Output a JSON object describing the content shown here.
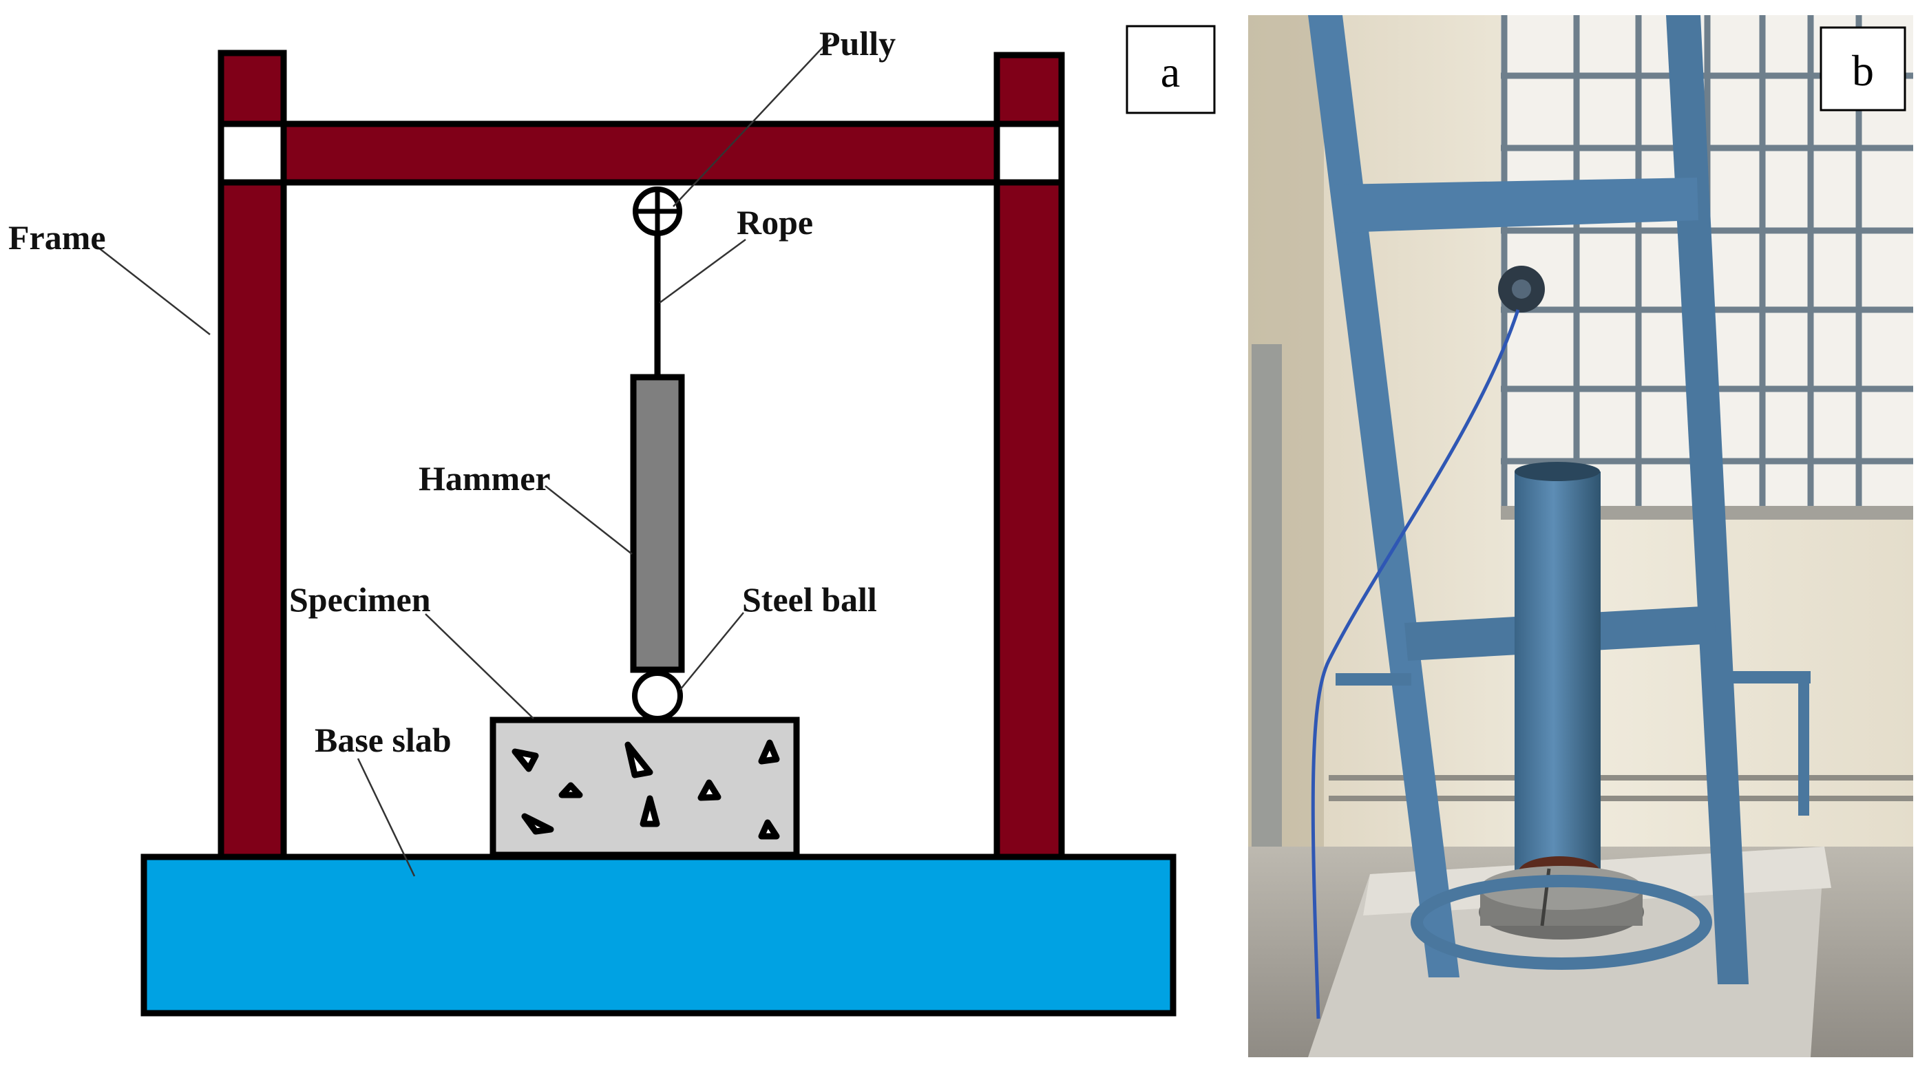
{
  "figure": {
    "panel_a": {
      "letter": "a",
      "labels": {
        "pully": "Pully",
        "rope": "Rope",
        "frame": "Frame",
        "hammer": "Hammer",
        "specimen": "Specimen",
        "steel_ball": "Steel ball",
        "base_slab": "Base slab"
      },
      "colors": {
        "frame": "#800018",
        "base_slab": "#00A2E3",
        "hammer": "#7F7F7F",
        "specimen": "#D0D0D0",
        "outline": "#000000"
      }
    },
    "panel_b": {
      "letter": "b",
      "colors": {
        "wall": "#E9E3D2",
        "frame_steel": "#4F7EA8",
        "window_grille": "#6E7F8C",
        "concrete_base": "#CFCCC5"
      }
    }
  }
}
